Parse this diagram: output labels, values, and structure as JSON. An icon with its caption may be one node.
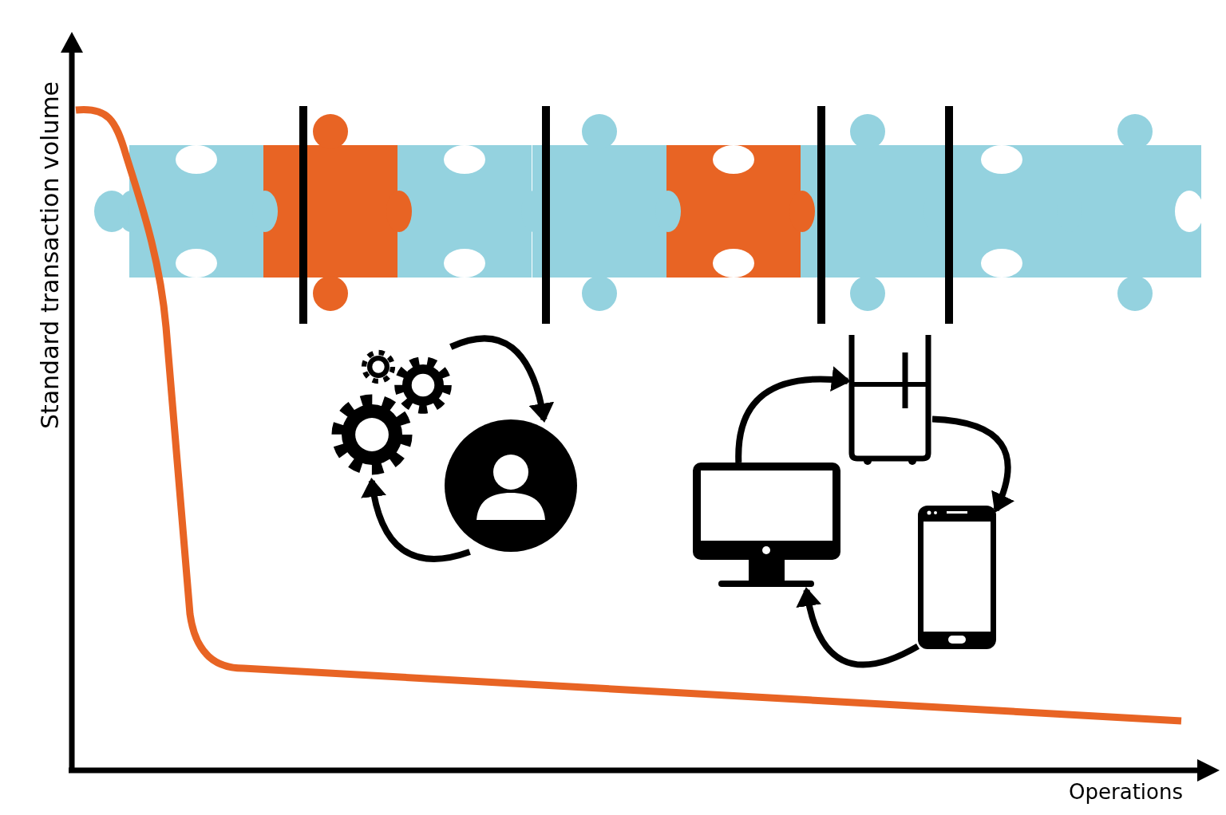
{
  "diagram": {
    "nodes": [
      {
        "text": [],
        "shape": "picture"
      },
      {
        "text": [],
        "shape": "picture"
      },
      {
        "text": [],
        "shape": "picture"
      },
      {
        "text": [],
        "shape": "picture"
      },
      {
        "text": [],
        "shape": "picture"
      }
    ],
    "edges": [
      {
        "from": 0,
        "to": 1,
        "arrow": "to"
      },
      {
        "from": 1,
        "to": 0,
        "arrow": "to"
      },
      {
        "from": 2,
        "to": 3,
        "arrow": "to"
      },
      {
        "from": 3,
        "to": 4,
        "arrow": "to"
      },
      {
        "from": 4,
        "to": 2,
        "arrow": "to"
      }
    ],
    "labels": [
      "Standard transaction volume",
      "Operations"
    ]
  }
}
